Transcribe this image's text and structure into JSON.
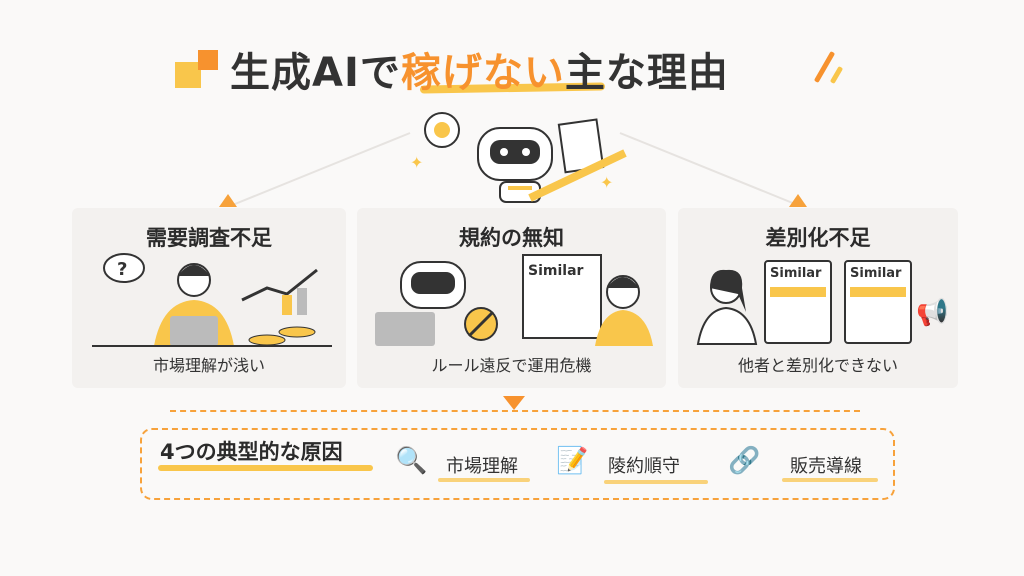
{
  "title": {
    "pre": "生成AIで",
    "highlight": "稼げない",
    "post": "主な理由"
  },
  "cards": [
    {
      "heading": "需要調査不足",
      "caption": "市場理解が浅い"
    },
    {
      "heading": "規約の無知",
      "caption": "ルール遠反で運用危機",
      "badge": "Similar"
    },
    {
      "heading": "差別化不足",
      "caption": "他者と差別化できない",
      "badges": [
        "Similar",
        "Similar"
      ]
    }
  ],
  "summary": {
    "title": "4つの典型的な原因",
    "items": [
      {
        "label": "市場理解",
        "icon": "magnifier-icon"
      },
      {
        "label": "陵約順守",
        "icon": "document-pencil-icon"
      },
      {
        "label": "販売導線",
        "icon": "chain-link-icon"
      }
    ]
  },
  "colors": {
    "accent": "#f7922e",
    "yellow": "#f9c64b",
    "card": "#f3f1ef"
  }
}
